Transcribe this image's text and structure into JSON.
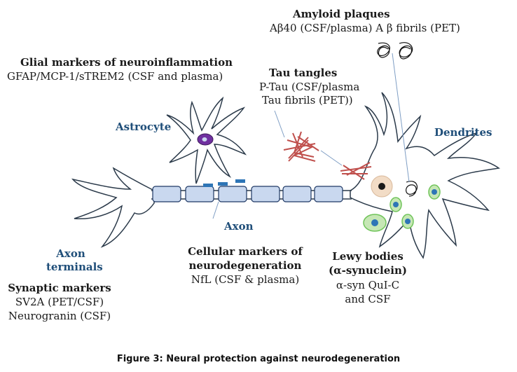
{
  "labels": {
    "amyloid_title": "Amyloid plaques",
    "amyloid_detail": "Aβ40 (CSF/plasma) A β fibrils (PET)",
    "glial_title": "Glial markers of neuroinflammation",
    "glial_detail": "GFAP/MCP-1/sTREM2 (CSF and plasma)",
    "tau_title": "Tau tangles",
    "tau_detail_1": "P-Tau (CSF/plasma",
    "tau_detail_2": "Tau fibrils (PET))",
    "astrocyte": "Astrocyte",
    "dendrites": "Dendrites",
    "axon": "Axon",
    "axon_terminals_1": "Axon",
    "axon_terminals_2": "terminals",
    "cellular_title_1": "Cellular markers of",
    "cellular_title_2": "neurodegeneration",
    "cellular_detail": "NfL (CSF & plasma)",
    "lewy_title_1": "Lewy bodies",
    "lewy_title_2": "(α-synuclein)",
    "lewy_detail_1": "α-syn QuI-C",
    "lewy_detail_2": "and CSF",
    "synaptic_title": "Synaptic markers",
    "synaptic_detail_1": "SV2A (PET/CSF)",
    "synaptic_detail_2": "Neurogranin (CSF)"
  },
  "caption": "Figure 3: Neural protection against neurodegeneration",
  "colors": {
    "outline": "#2b3a4a",
    "myelin_fill": "#c9d8ef",
    "myelin_stroke": "#1f3864",
    "label_blue": "#1f4e79",
    "tau_red": "#c0504d",
    "lewy_green": "#70c45a",
    "astro_nucleus": "#7030a0",
    "soma_nucleus": "#f2dcc6",
    "synapse_blue": "#2e75b6"
  }
}
